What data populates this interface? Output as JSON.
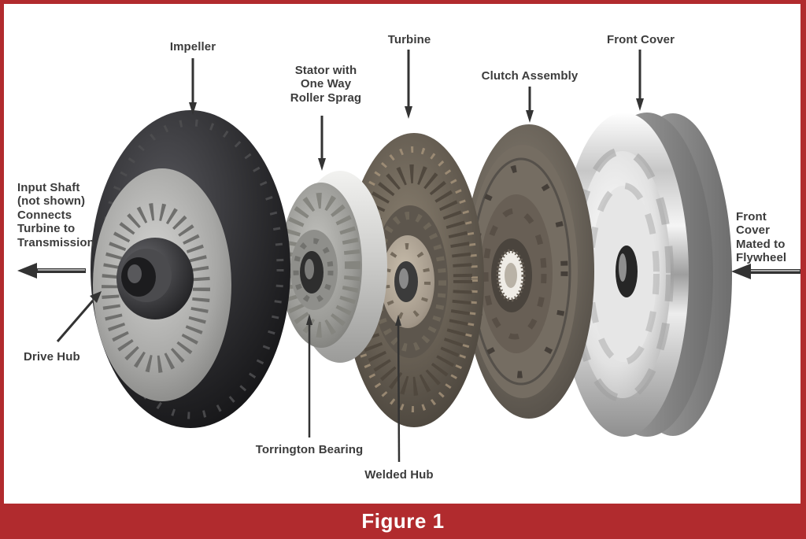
{
  "figure": {
    "caption": "Figure 1"
  },
  "labels": {
    "impeller": "Impeller",
    "stator": "Stator with\nOne  Way\nRoller Sprag",
    "turbine": "Turbine",
    "clutch_assembly": "Clutch Assembly",
    "front_cover": "Front Cover",
    "input_shaft_note": "Input Shaft\n(not shown)\nConnects\nTurbine to\nTransmission",
    "drive_hub": "Drive Hub",
    "torrington_bearing": "Torrington Bearing",
    "welded_hub": "Welded Hub",
    "front_cover_mated": "Front Cover\nMated to\nFlywheel"
  },
  "theme": {
    "frame-red": "#B12B2E",
    "paper": "#FFFFFF",
    "label-color": "#3C3C3C",
    "caption-color": "#FFFFFF",
    "arrow-color": "#333333"
  }
}
